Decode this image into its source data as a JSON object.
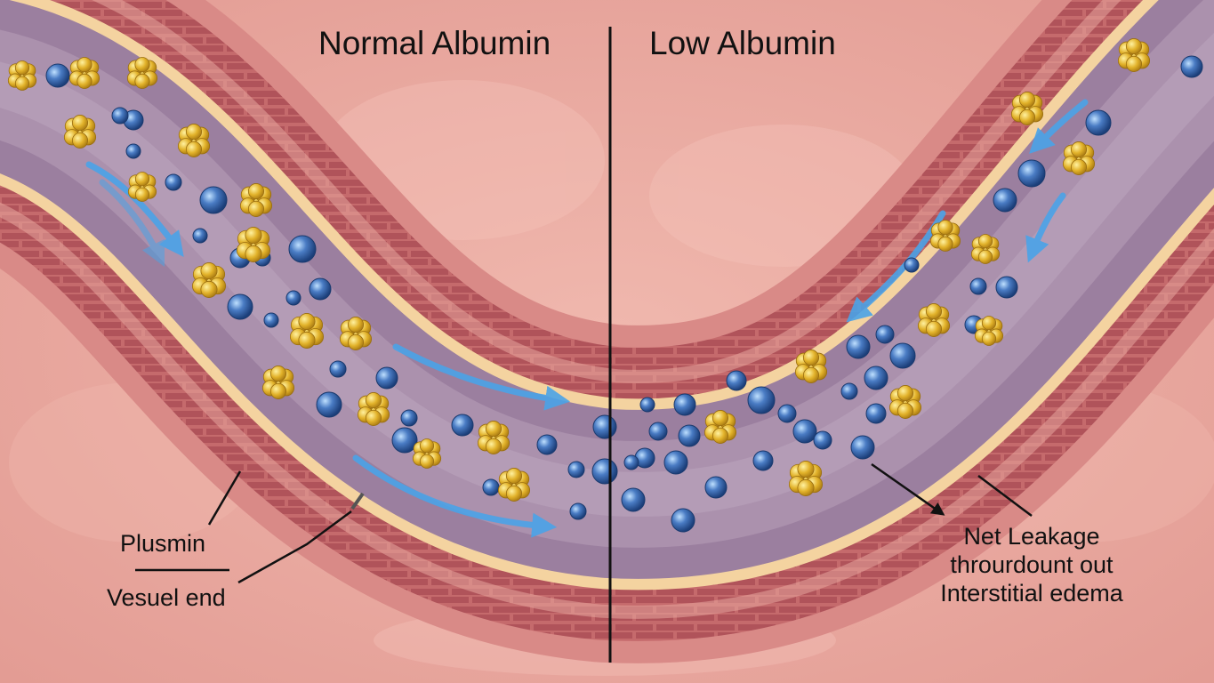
{
  "headings": {
    "left": "Normal Albumin",
    "right": "Low Albumin"
  },
  "labels": {
    "plusmin": "Plusmin",
    "vessel_end": "Vesuel end",
    "leakage_line1": "Net Leakage",
    "leakage_line2": "throurdount out",
    "leakage_line3": "Interstitial edema"
  },
  "colors": {
    "tissue": "#e9a9a1",
    "vessel_wall_outer": "#d0797a",
    "vessel_wall_brick": "#b85a5e",
    "vessel_basement_membrane": "#f4d3a0",
    "lumen": "#a58aa6",
    "albumin_cluster": "#e2b22a",
    "blood_cell": "#3f6fb4",
    "flow_arrow": "#3d8fd4",
    "divider": "#111111"
  },
  "icons": {
    "albumin": "yellow-cluster",
    "small_particle": "blue-sphere",
    "flow": "blue-curved-arrow"
  }
}
